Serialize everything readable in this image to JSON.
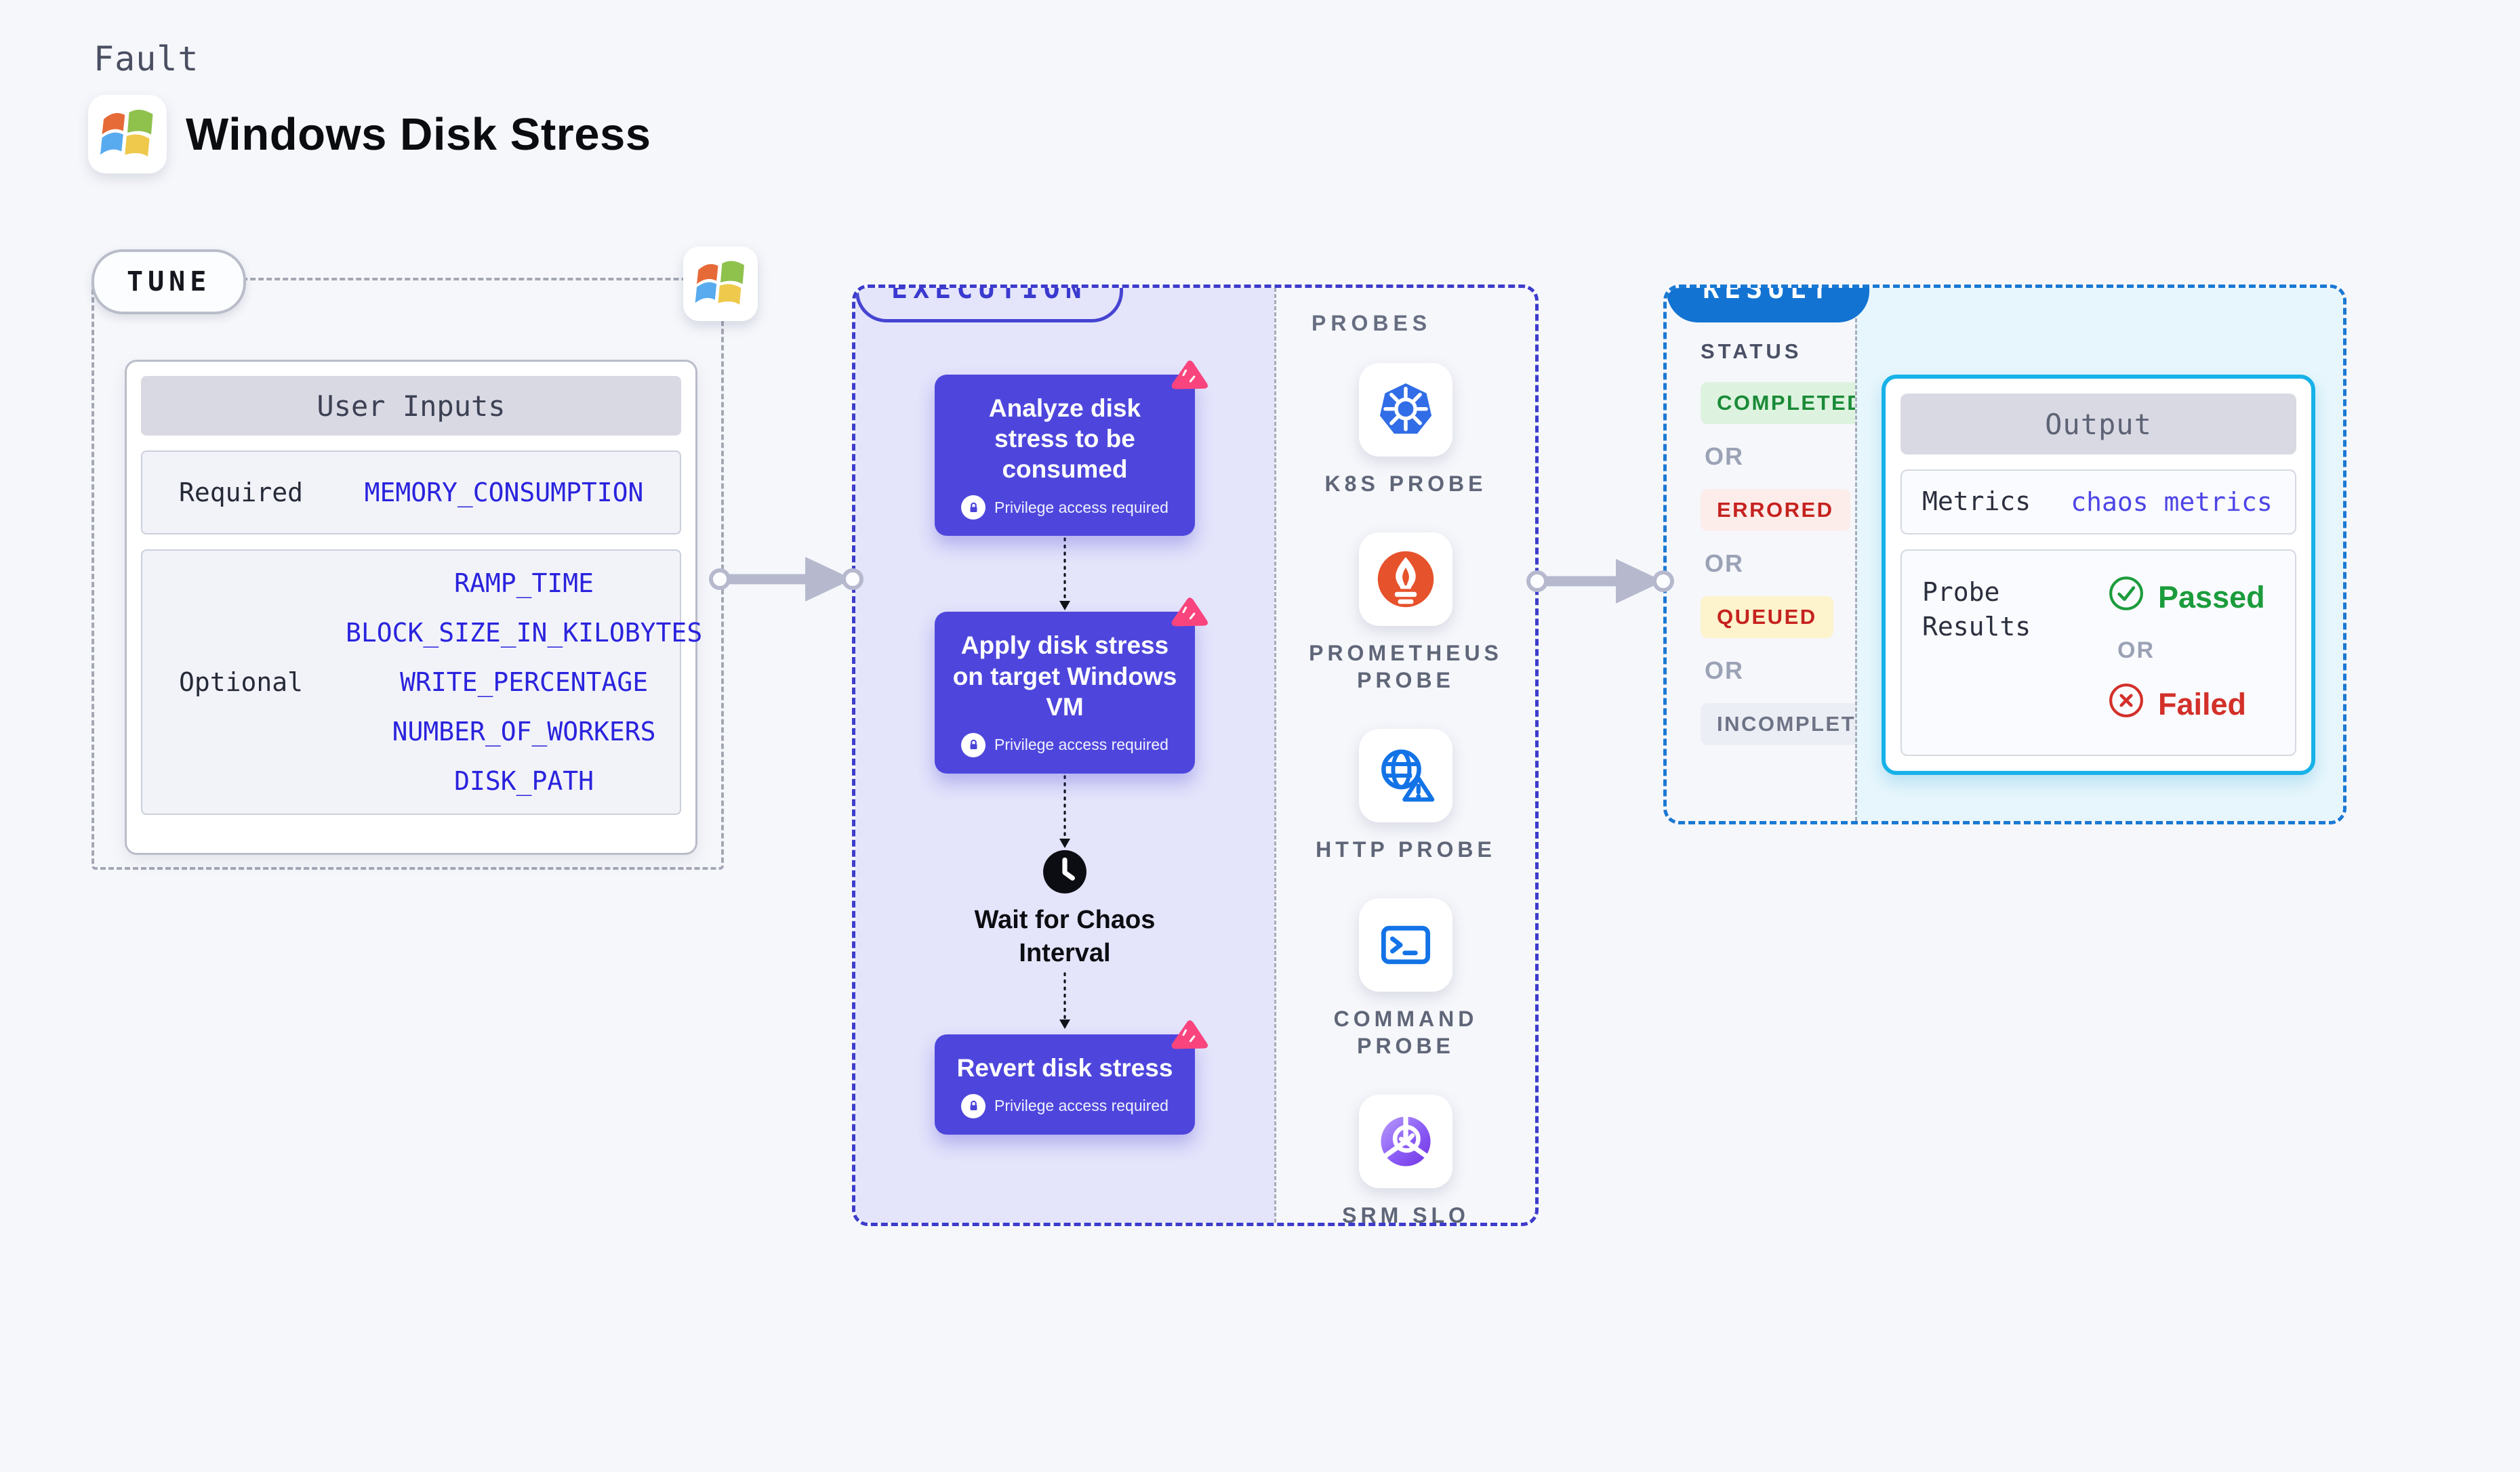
{
  "header": {
    "kicker": "Fault",
    "title": "Windows Disk Stress",
    "logo_icon": "windows-logo-icon"
  },
  "tune": {
    "badge_label": "TUNE",
    "corner_icon": "windows-logo-icon",
    "table_title": "User Inputs",
    "rows": [
      {
        "label": "Required",
        "values": [
          "MEMORY_CONSUMPTION"
        ]
      },
      {
        "label": "Optional",
        "values": [
          "RAMP_TIME",
          "BLOCK_SIZE_IN_KILOBYTES",
          "WRITE_PERCENTAGE",
          "NUMBER_OF_WORKERS",
          "DISK_PATH"
        ]
      }
    ]
  },
  "execution": {
    "badge_label": "EXECUTION",
    "steps": [
      {
        "title": "Analyze disk stress to be consumed",
        "note": "Privilege access required",
        "icons": [
          "chaos-icon",
          "lock-icon"
        ]
      },
      {
        "title": "Apply disk stress on target Windows VM",
        "note": "Privilege access required",
        "icons": [
          "chaos-icon",
          "lock-icon"
        ]
      },
      {
        "title": "Wait for Chaos Interval",
        "icons": [
          "clock-icon"
        ]
      },
      {
        "title": "Revert disk stress",
        "note": "Privilege access required",
        "icons": [
          "chaos-icon",
          "lock-icon"
        ]
      }
    ],
    "probes": {
      "heading": "PROBES",
      "items": [
        {
          "label": "K8S PROBE",
          "icon": "kubernetes-icon"
        },
        {
          "label": "PROMETHEUS PROBE",
          "icon": "prometheus-icon"
        },
        {
          "label": "HTTP PROBE",
          "icon": "http-globe-icon"
        },
        {
          "label": "COMMAND PROBE",
          "icon": "command-terminal-icon"
        },
        {
          "label": "SRM SLO PROBE",
          "icon": "srm-slo-icon"
        }
      ]
    }
  },
  "result": {
    "badge_label": "RESULT",
    "status": {
      "heading": "STATUS",
      "or_label": "OR",
      "items": [
        {
          "label": "COMPLETED",
          "type": "completed"
        },
        {
          "label": "ERRORED",
          "type": "errored"
        },
        {
          "label": "QUEUED",
          "type": "queued"
        },
        {
          "label": "INCOMPLETED",
          "type": "incompleted"
        }
      ]
    },
    "output": {
      "title": "Output",
      "metrics_label": "Metrics",
      "metrics_value": "chaos metrics",
      "probe_results_label": "Probe Results",
      "passed_label": "Passed",
      "or_label": "OR",
      "failed_label": "Failed",
      "passed_icon": "check-circle-icon",
      "failed_icon": "x-circle-icon"
    }
  },
  "colors": {
    "page_background": "#f6f7fb",
    "step_indigo": "#4e46dc",
    "execution_border": "#3d3ccb",
    "execution_panel": "#e4e4fb",
    "chaos_pink": "#f9447d",
    "result_border": "#1a79d3",
    "result_badge_blue": "#1273d2",
    "output_border_cyan": "#17b2e8",
    "output_panel_cyan": "#e7f6fc",
    "value_blue": "#2a23dd",
    "passed_green": "#1b9c3c",
    "failed_red": "#d3302a",
    "queued_yellow": "#fdf3cd",
    "completed_green_bg": "#ddf3df",
    "errored_red_bg": "#fcecea"
  }
}
